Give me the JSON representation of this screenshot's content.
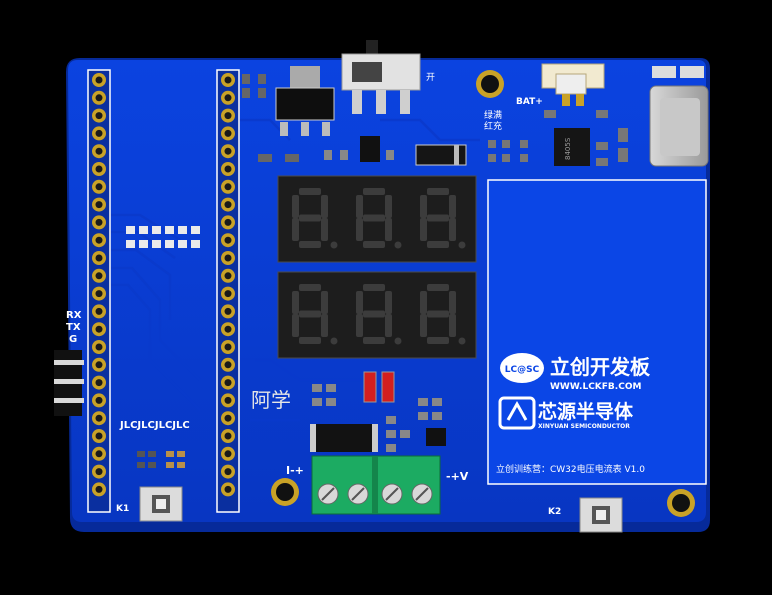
{
  "board": {
    "pcb_color": "#0a3fd6",
    "silk_color": "#ffffff",
    "led_off_color": "#3a3a3a",
    "display_bg": "#202020",
    "pad_color": "#c9a227",
    "terminal_color": "#1fb36b"
  },
  "labels": {
    "switch_label": "开",
    "bat_label": "BAT+",
    "led_label_1": "绿满",
    "led_label_2": "红充",
    "uart_rx": "RX",
    "uart_tx": "TX",
    "uart_g": "G",
    "jlc_repeat": "JLCJLCJLCJLC",
    "k1": "K1",
    "k2": "K2",
    "terminal_left": "I-+",
    "terminal_right": "-+V",
    "ic_marking": "8405S"
  },
  "logos": {
    "lcsc_badge": "LC@SC",
    "lckfb_title": "立创开发板",
    "lckfb_url": "WWW.LCKFB.COM",
    "xinyuan_title": "芯源半导体",
    "xinyuan_sub": "XINYUAN SEMICONDUCTOR"
  },
  "footer": {
    "title": "立创训练营：CW32电压电流表 V1.0",
    "handwritten": "阿学"
  },
  "displays": {
    "top_digits": [
      "8.",
      "8.",
      "8."
    ],
    "bottom_digits": [
      "8.",
      "8.",
      "8."
    ]
  },
  "icons": {
    "lcsc_logo": "lcsc-logo-icon",
    "xinyuan_logo": "xinyuan-logo-icon"
  }
}
